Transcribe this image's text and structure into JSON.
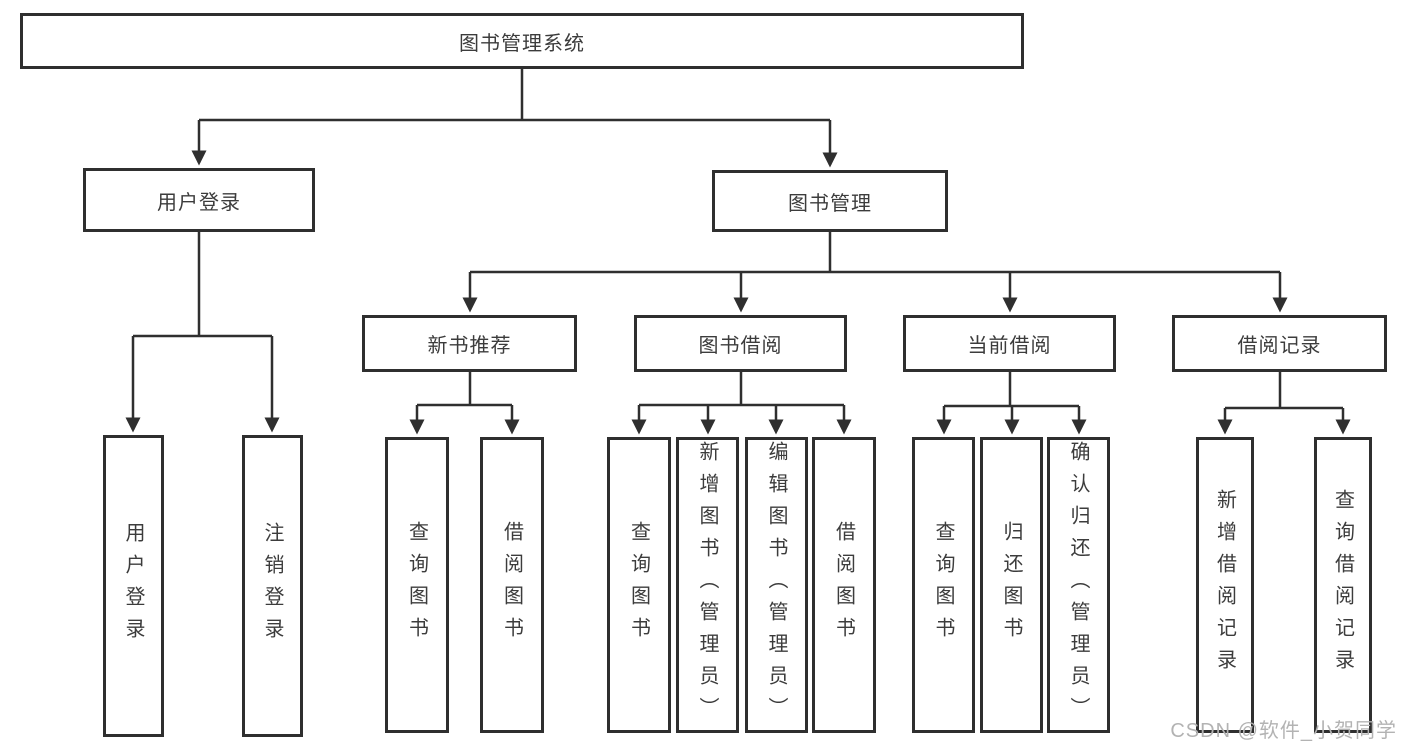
{
  "nodes": {
    "root": "图书管理系统",
    "user_login": "用户登录",
    "book_management": "图书管理",
    "new_book_recommend": "新书推荐",
    "book_borrowing": "图书借阅",
    "current_borrowing": "当前借阅",
    "borrowing_records": "借阅记录",
    "leaf_user_login": "用户登录",
    "leaf_logout": "注销登录",
    "leaf_query_book_recommend": "查询图书",
    "leaf_borrow_book_recommend": "借阅图书",
    "leaf_query_book_borrowing": "查询图书",
    "leaf_add_book_admin": "新增图书（管理员）",
    "leaf_edit_book_admin": "编辑图书（管理员）",
    "leaf_borrow_book_borrowing": "借阅图书",
    "leaf_query_book_current": "查询图书",
    "leaf_return_book": "归还图书",
    "leaf_confirm_return_admin": "确认归还（管理员）",
    "leaf_add_borrow_record": "新增借阅记录",
    "leaf_query_borrow_record": "查询借阅记录"
  },
  "watermark": {
    "text": "CSDN @软件_小贺同学"
  },
  "colors": {
    "line": "#2f2f2f",
    "box_border": "#2f2f2f",
    "box_fill": "#ffffff",
    "text": "#3c3c3c",
    "watermark": "#b3b3b3",
    "background": "#ffffff"
  }
}
